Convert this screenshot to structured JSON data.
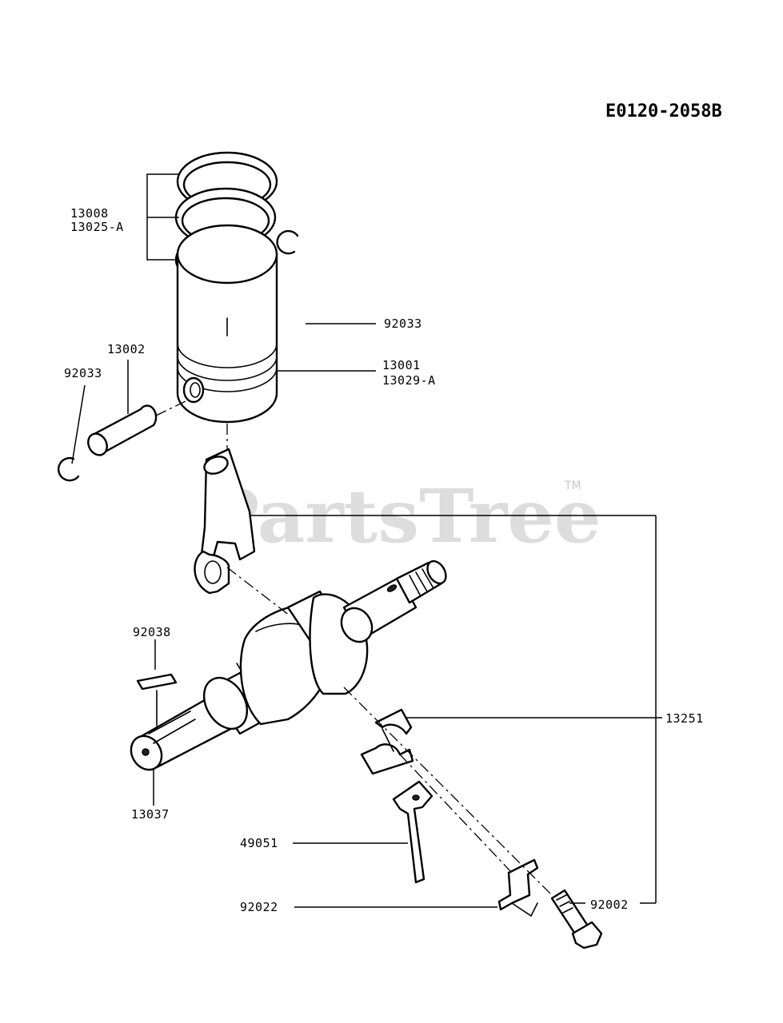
{
  "diagram_code": "E0120-2058B",
  "watermark": {
    "text": "PartsTree",
    "trademark": "TM"
  },
  "callouts": {
    "rings_a": "13008",
    "rings_b": "13025-A",
    "clip_right": "92033",
    "pin": "13002",
    "clip_left": "92033",
    "piston_a": "13001",
    "piston_b": "13029-A",
    "key": "92038",
    "crankshaft": "13037",
    "conrod_assy": "13251",
    "dipper": "49051",
    "lock_plate": "92022",
    "bolt": "92002"
  }
}
